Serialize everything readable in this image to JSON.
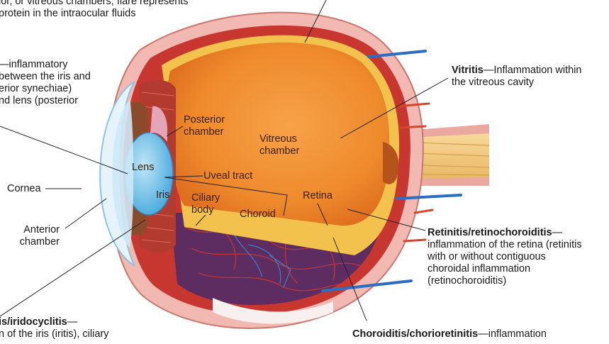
{
  "colors": {
    "sclera": "#f2b8b2",
    "choroid_red": "#c7372f",
    "retina_yellow": "#f2c24c",
    "vitreous_orange": "#f08a2e",
    "lens_blue": "#5ab6e2",
    "vein_blue": "#2a6fc1",
    "optic_nerve": "#f4cf8a",
    "text": "#1a1a1a"
  },
  "top_left_fragment": {
    "line1": "ior, or vitreous chambers; flare represents",
    "line2": "protein in the intraocular fluids"
  },
  "synechiae_fragment": {
    "line1": "—inflammatory",
    "line2": "between the iris and",
    "line3": "erior synechiae)",
    "line4": "nd lens (posterior"
  },
  "vitritis": {
    "term": "Vitritis",
    "def1": "—Inflammation within",
    "def2": "the vitreous cavity"
  },
  "retinitis": {
    "term": "Retinitis/retinochoroiditis",
    "dash": "—",
    "line2": "inflammation of the retina (retinitis",
    "line3": "with or without contiguous",
    "line4": "choroidal inflammation",
    "line5": "(retinochoroiditis)"
  },
  "iridocyclitis": {
    "term": "is/iridocyclitis",
    "dash": "—",
    "line2": "n of the iris (iritis), ciliary"
  },
  "choroiditis": {
    "term": "Choroiditis/chorioretinitis",
    "rest": "—inflammation"
  },
  "structures": {
    "cornea": "Cornea",
    "anterior_chamber_1": "Anterior",
    "anterior_chamber_2": "chamber",
    "lens": "Lens",
    "iris": "Iris",
    "posterior_chamber_1": "Posterior",
    "posterior_chamber_2": "chamber",
    "vitreous_chamber_1": "Vitreous",
    "vitreous_chamber_2": "chamber",
    "uveal_tract": "Uveal tract",
    "ciliary_body_1": "Ciliary",
    "ciliary_body_2": "body",
    "choroid": "Choroid",
    "retina": "Retina"
  }
}
